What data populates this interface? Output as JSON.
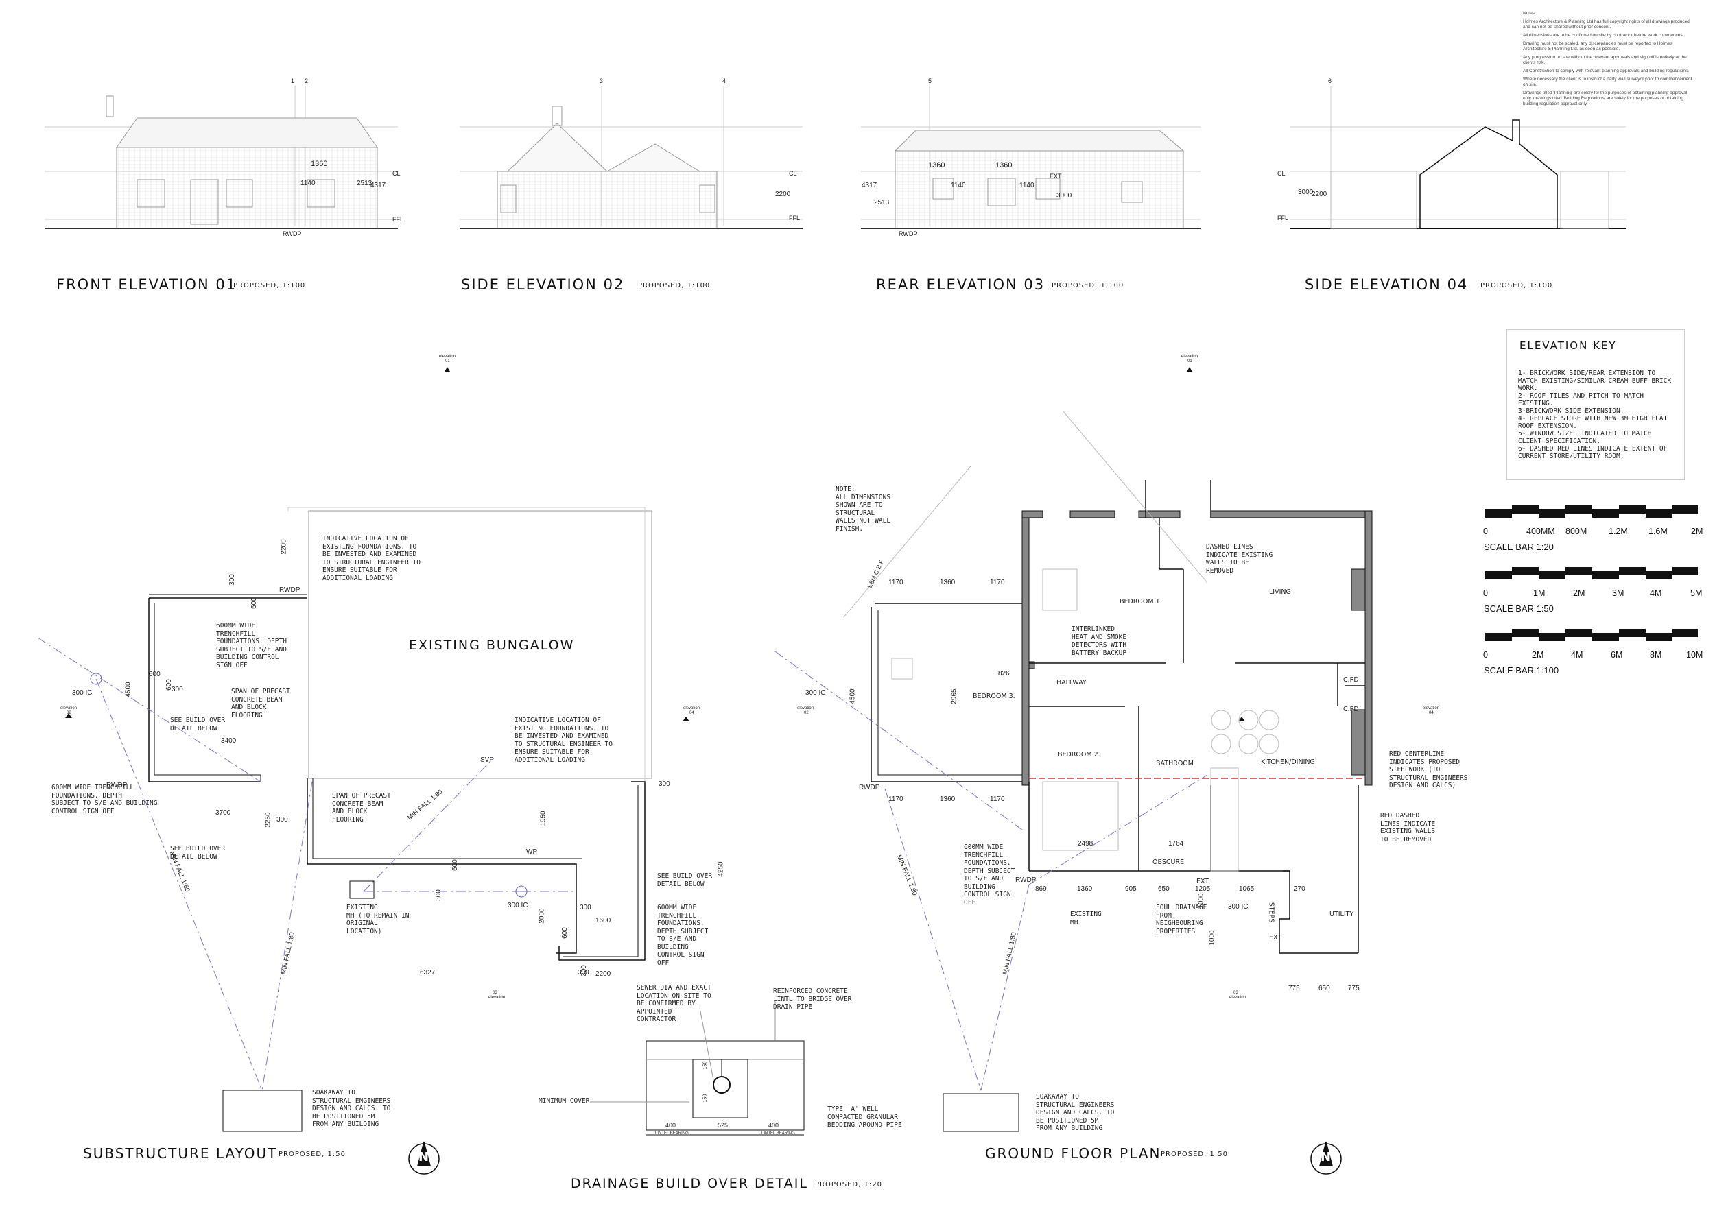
{
  "titles": {
    "front": {
      "name": "FRONT ELEVATION 01",
      "scale": "PROPOSED, 1:100"
    },
    "side2": {
      "name": "SIDE ELEVATION 02",
      "scale": "PROPOSED, 1:100"
    },
    "rear": {
      "name": "REAR ELEVATION 03",
      "scale": "PROPOSED, 1:100"
    },
    "side4": {
      "name": "SIDE ELEVATION 04",
      "scale": "PROPOSED, 1:100"
    },
    "substructure": {
      "name": "SUBSTRUCTURE LAYOUT",
      "scale": "PROPOSED, 1:50"
    },
    "drainage": {
      "name": "DRAINAGE BUILD OVER DETAIL",
      "scale": "PROPOSED, 1:20"
    },
    "ground": {
      "name": "GROUND FLOOR PLAN",
      "scale": "PROPOSED, 1:50"
    }
  },
  "elevation_labels": {
    "cl": "CL",
    "ffl": "FFL",
    "rwdp": "RWDP",
    "ext": "EXT",
    "front_dims": [
      "1360",
      "1140",
      "2513",
      "4317"
    ],
    "side2_dims": [
      "2200"
    ],
    "rear_dims": [
      "1360",
      "1360",
      "1140",
      "1140",
      "3000",
      "4317",
      "2513"
    ],
    "side4_dims": [
      "3000",
      "2200"
    ],
    "markers": [
      "1",
      "2",
      "3",
      "4",
      "5",
      "6"
    ]
  },
  "notes": [
    "Notes:",
    "Holmes Architecture & Planning Ltd has full copyright rights of all drawings produced and can not be shared without prior consent.",
    "All dimensions are to be confirmed on site by contractor before work commences.",
    "Drawing must not be scaled, any discrepancies must be reported to Holmes Architecture & Planning Ltd. as soon as possible.",
    "Any progression on site without the relevant approvals and sign off is entirely at the clients risk.",
    "All Construction to comply with relevant planning approvals and building regulations.",
    "Where necessary the client is to instruct a party wall surveyor prior to commencement on site.",
    "Drawings titled 'Planning' are solely for the purposes of obtaining planning approval only. drawings titled 'Building Regulations' are solely for the purposes of obtaining building regulation approval only."
  ],
  "elevation_key": {
    "title": "ELEVATION KEY",
    "items": [
      "1- BRICKWORK SIDE/REAR EXTENSION TO MATCH EXISTING/SIMILAR CREAM BUFF BRICK WORK.",
      "2- ROOF TILES AND PITCH TO MATCH EXISTING.",
      "3-BRICKWORK SIDE EXTENSION.",
      "4- REPLACE STORE WITH NEW 3M HIGH FLAT ROOF EXTENSION.",
      "5- WINDOW SIZES INDICATED TO MATCH CLIENT SPECIFICATION.",
      "6- DASHED RED LINES INDICATE EXTENT OF CURRENT STORE/UTILITY ROOM."
    ]
  },
  "scale_bars": [
    {
      "label": "SCALE BAR 1:20",
      "ticks": [
        "0",
        "400MM",
        "800M",
        "1.2M",
        "1.6M",
        "2M"
      ]
    },
    {
      "label": "SCALE BAR 1:50",
      "ticks": [
        "0",
        "1M",
        "2M",
        "3M",
        "4M",
        "5M"
      ]
    },
    {
      "label": "SCALE BAR 1:100",
      "ticks": [
        "0",
        "2M",
        "4M",
        "6M",
        "8M",
        "10M"
      ]
    }
  ],
  "substructure": {
    "existing": "EXISTING BUNGALOW",
    "notes": {
      "loc1": "INDICATIVE LOCATION OF\nEXISTING FOUNDATIONS. TO\nBE INVESTED AND EXAMINED\nTO STRUCTURAL ENGINEER TO\nENSURE SUITABLE FOR\nADDITIONAL LOADING",
      "loc2": "INDICATIVE LOCATION OF\nEXISTING FOUNDATIONS. TO\nBE INVESTED AND EXAMINED\nTO STRUCTURAL ENGINEER TO\nENSURE SUITABLE FOR\nADDITIONAL LOADING",
      "trench1": "600MM WIDE\nTRENCHFILL\nFOUNDATIONS. DEPTH\nSUBJECT TO S/E AND\nBUILDING CONTROL\nSIGN OFF",
      "span1": "SPAN OF PRECAST\nCONCRETE BEAM\nAND BLOCK\nFLOORING",
      "see1": "SEE BUILD OVER\nDETAIL BELOW",
      "trench2": "600MM WIDE TRENCHFILL\nFOUNDATIONS. DEPTH\nSUBJECT TO S/E AND BUILDING\nCONTROL SIGN OFF",
      "see2": "SEE BUILD OVER\nDETAIL BELOW",
      "span2": "SPAN OF PRECAST\nCONCRETE BEAM\nAND BLOCK\nFLOORING",
      "existing_mh": "EXISTING\nMH (TO REMAIN IN\nORIGINAL\nLOCATION)",
      "see3": "SEE BUILD OVER\nDETAIL BELOW",
      "trench3": "600MM WIDE\nTRENCHFILL\nFOUNDATIONS.\nDEPTH SUBJECT\nTO S/E AND\nBUILDING\nCONTROL SIGN\nOFF",
      "soakaway": "SOAKAWAY TO\nSTRUCTURAL ENGINEERS\nDESIGN AND CALCS. TO\nBE POSITIONED 5M\nFROM ANY BUILDING"
    },
    "labels": {
      "rwdp": "RWDP",
      "svp": "SVP",
      "wp": "WP",
      "ic1": "300 IC",
      "ic2": "300 IC",
      "minfall1": "MIN FALL 1:80",
      "minfall2": "MIN FALL 1:80",
      "minfall3": "MIN FALL 1:80"
    },
    "dims": [
      "2205",
      "300",
      "600",
      "600",
      "600",
      "300",
      "4500",
      "3400",
      "3700",
      "2250",
      "300",
      "1950",
      "4250",
      "300",
      "300",
      "300",
      "300",
      "2000",
      "1600",
      "6327",
      "300",
      "2200",
      "600",
      "600"
    ]
  },
  "drainage": {
    "sewer": "SEWER DIA AND EXACT\nLOCATION ON SITE TO\nBE CONFIRMED BY\nAPPOINTED\nCONTRACTOR",
    "lintel": "REINFORCED CONCRETE\nLINTL TO BRIDGE OVER\nDRAIN PIPE",
    "cover": "MINIMUM COVER",
    "well": "TYPE 'A' WELL\nCOMPACTED GRANULAR\nBEDDING AROUND PIPE",
    "dims": [
      "400",
      "525",
      "400"
    ],
    "bearing": "LINTEL BEARING",
    "small": [
      "150",
      "150"
    ]
  },
  "ground": {
    "note": "NOTE:\nALL DIMENSIONS\nSHOWN ARE TO\nSTRUCTURAL\nWALLS NOT WALL\nFINISH.",
    "rooms": {
      "bed1": "BEDROOM 1.",
      "living": "LIVING",
      "bed3": "BEDROOM 3.",
      "hallway": "HALLWAY",
      "bed2": "BEDROOM 2.",
      "bath": "BATHROOM",
      "kitchen": "KITCHEN/DINING",
      "utility": "UTILITY",
      "cpd1": "C.PD",
      "cpd2": "C.PD",
      "obscure": "OBSCURE",
      "ext1": "EXT",
      "ext2": "EXT",
      "steps": "STEPS"
    },
    "notes": {
      "dashed": "DASHED LINES\nINDICATE EXISTING\nWALLS TO BE\nREMOVED",
      "smoke": "INTERLINKED\nHEAT AND SMOKE\nDETECTORS WITH\nBATTERY BACKUP",
      "red_center": "RED CENTERLINE\nINDICATES PROPOSED\nSTEELWORK (TO\nSTRUCTURAL ENGINEERS\nDESIGN AND CALCS)",
      "red_dashed": "RED DASHED\nLINES INDICATE\nEXISTING WALLS\nTO BE REMOVED",
      "trench": "600MM WIDE\nTRENCHFILL\nFOUNDATIONS.\nDEPTH SUBJECT\nTO S/E AND\nBUILDING\nCONTROL SIGN\nOFF",
      "foul": "FOUL DRAINAGE\nFROM\nNEIGHBOURING\nPROPERTIES",
      "soakaway": "SOAKAWAY TO\nSTRUCTURAL ENGINEERS\nDESIGN AND CALCS. TO\nBE POSITIONED 5M\nFROM ANY BUILDING",
      "existing_mh": "EXISTING\nMH",
      "cbf": "1.8M C.B.F"
    },
    "labels": {
      "rwdp": "RWDP",
      "ic": "300 IC",
      "minfall1": "MIN FALL 1:80",
      "minfall2": "MIN FALL 1:80"
    },
    "dims": [
      "1170",
      "1360",
      "1170",
      "4500",
      "2965",
      "826",
      "1170",
      "1360",
      "1170",
      "2498",
      "1764",
      "869",
      "1360",
      "905",
      "650",
      "1205",
      "1065",
      "270",
      "1000",
      "1000",
      "775",
      "650",
      "775"
    ]
  },
  "section_marks": {
    "elev": "elevation",
    "n01": "01",
    "n02": "02",
    "n03": "03",
    "n04": "04"
  },
  "compass": "N"
}
